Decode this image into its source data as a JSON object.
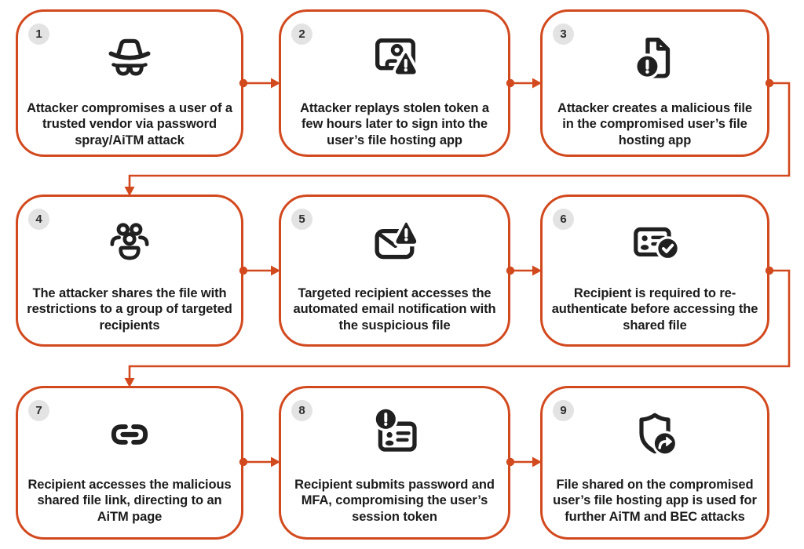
{
  "accent_color": "#D2491E",
  "icon_color": "#202020",
  "badge": {
    "background": "#E3E3E3",
    "text_color": "#2E2E2E"
  },
  "steps": [
    {
      "number": "1",
      "icon": "incognito-icon",
      "text": "Attacker compromises a user of a trusted vendor via password spray/AiTM attack"
    },
    {
      "number": "2",
      "icon": "monitor-user-warning-icon",
      "text": "Attacker replays stolen token a few hours later to sign into the user’s file hosting app"
    },
    {
      "number": "3",
      "icon": "document-warning-icon",
      "text": "Attacker creates a malicious file in the compromised user’s file hosting app"
    },
    {
      "number": "4",
      "icon": "people-group-icon",
      "text": "The attacker shares the file with restrictions to a group of targeted recipients"
    },
    {
      "number": "5",
      "icon": "email-warning-icon",
      "text": "Targeted recipient accesses the automated email notification with the suspicious file"
    },
    {
      "number": "6",
      "icon": "id-card-check-icon",
      "text": "Recipient is required to re-authenticate before accessing the shared file"
    },
    {
      "number": "7",
      "icon": "link-icon",
      "text": "Recipient accesses the malicious shared file link, directing to an AiTM page"
    },
    {
      "number": "8",
      "icon": "id-card-warning-icon",
      "text": "Recipient submits password and MFA, compromising the user’s session token"
    },
    {
      "number": "9",
      "icon": "shield-share-icon",
      "text": "File shared on the compromised user’s file hosting app is used for further AiTM and BEC attacks"
    }
  ],
  "connections": [
    {
      "from": 1,
      "to": 2
    },
    {
      "from": 2,
      "to": 3
    },
    {
      "from": 3,
      "to": 4
    },
    {
      "from": 4,
      "to": 5
    },
    {
      "from": 5,
      "to": 6
    },
    {
      "from": 6,
      "to": 7
    },
    {
      "from": 7,
      "to": 8
    },
    {
      "from": 8,
      "to": 9
    }
  ]
}
